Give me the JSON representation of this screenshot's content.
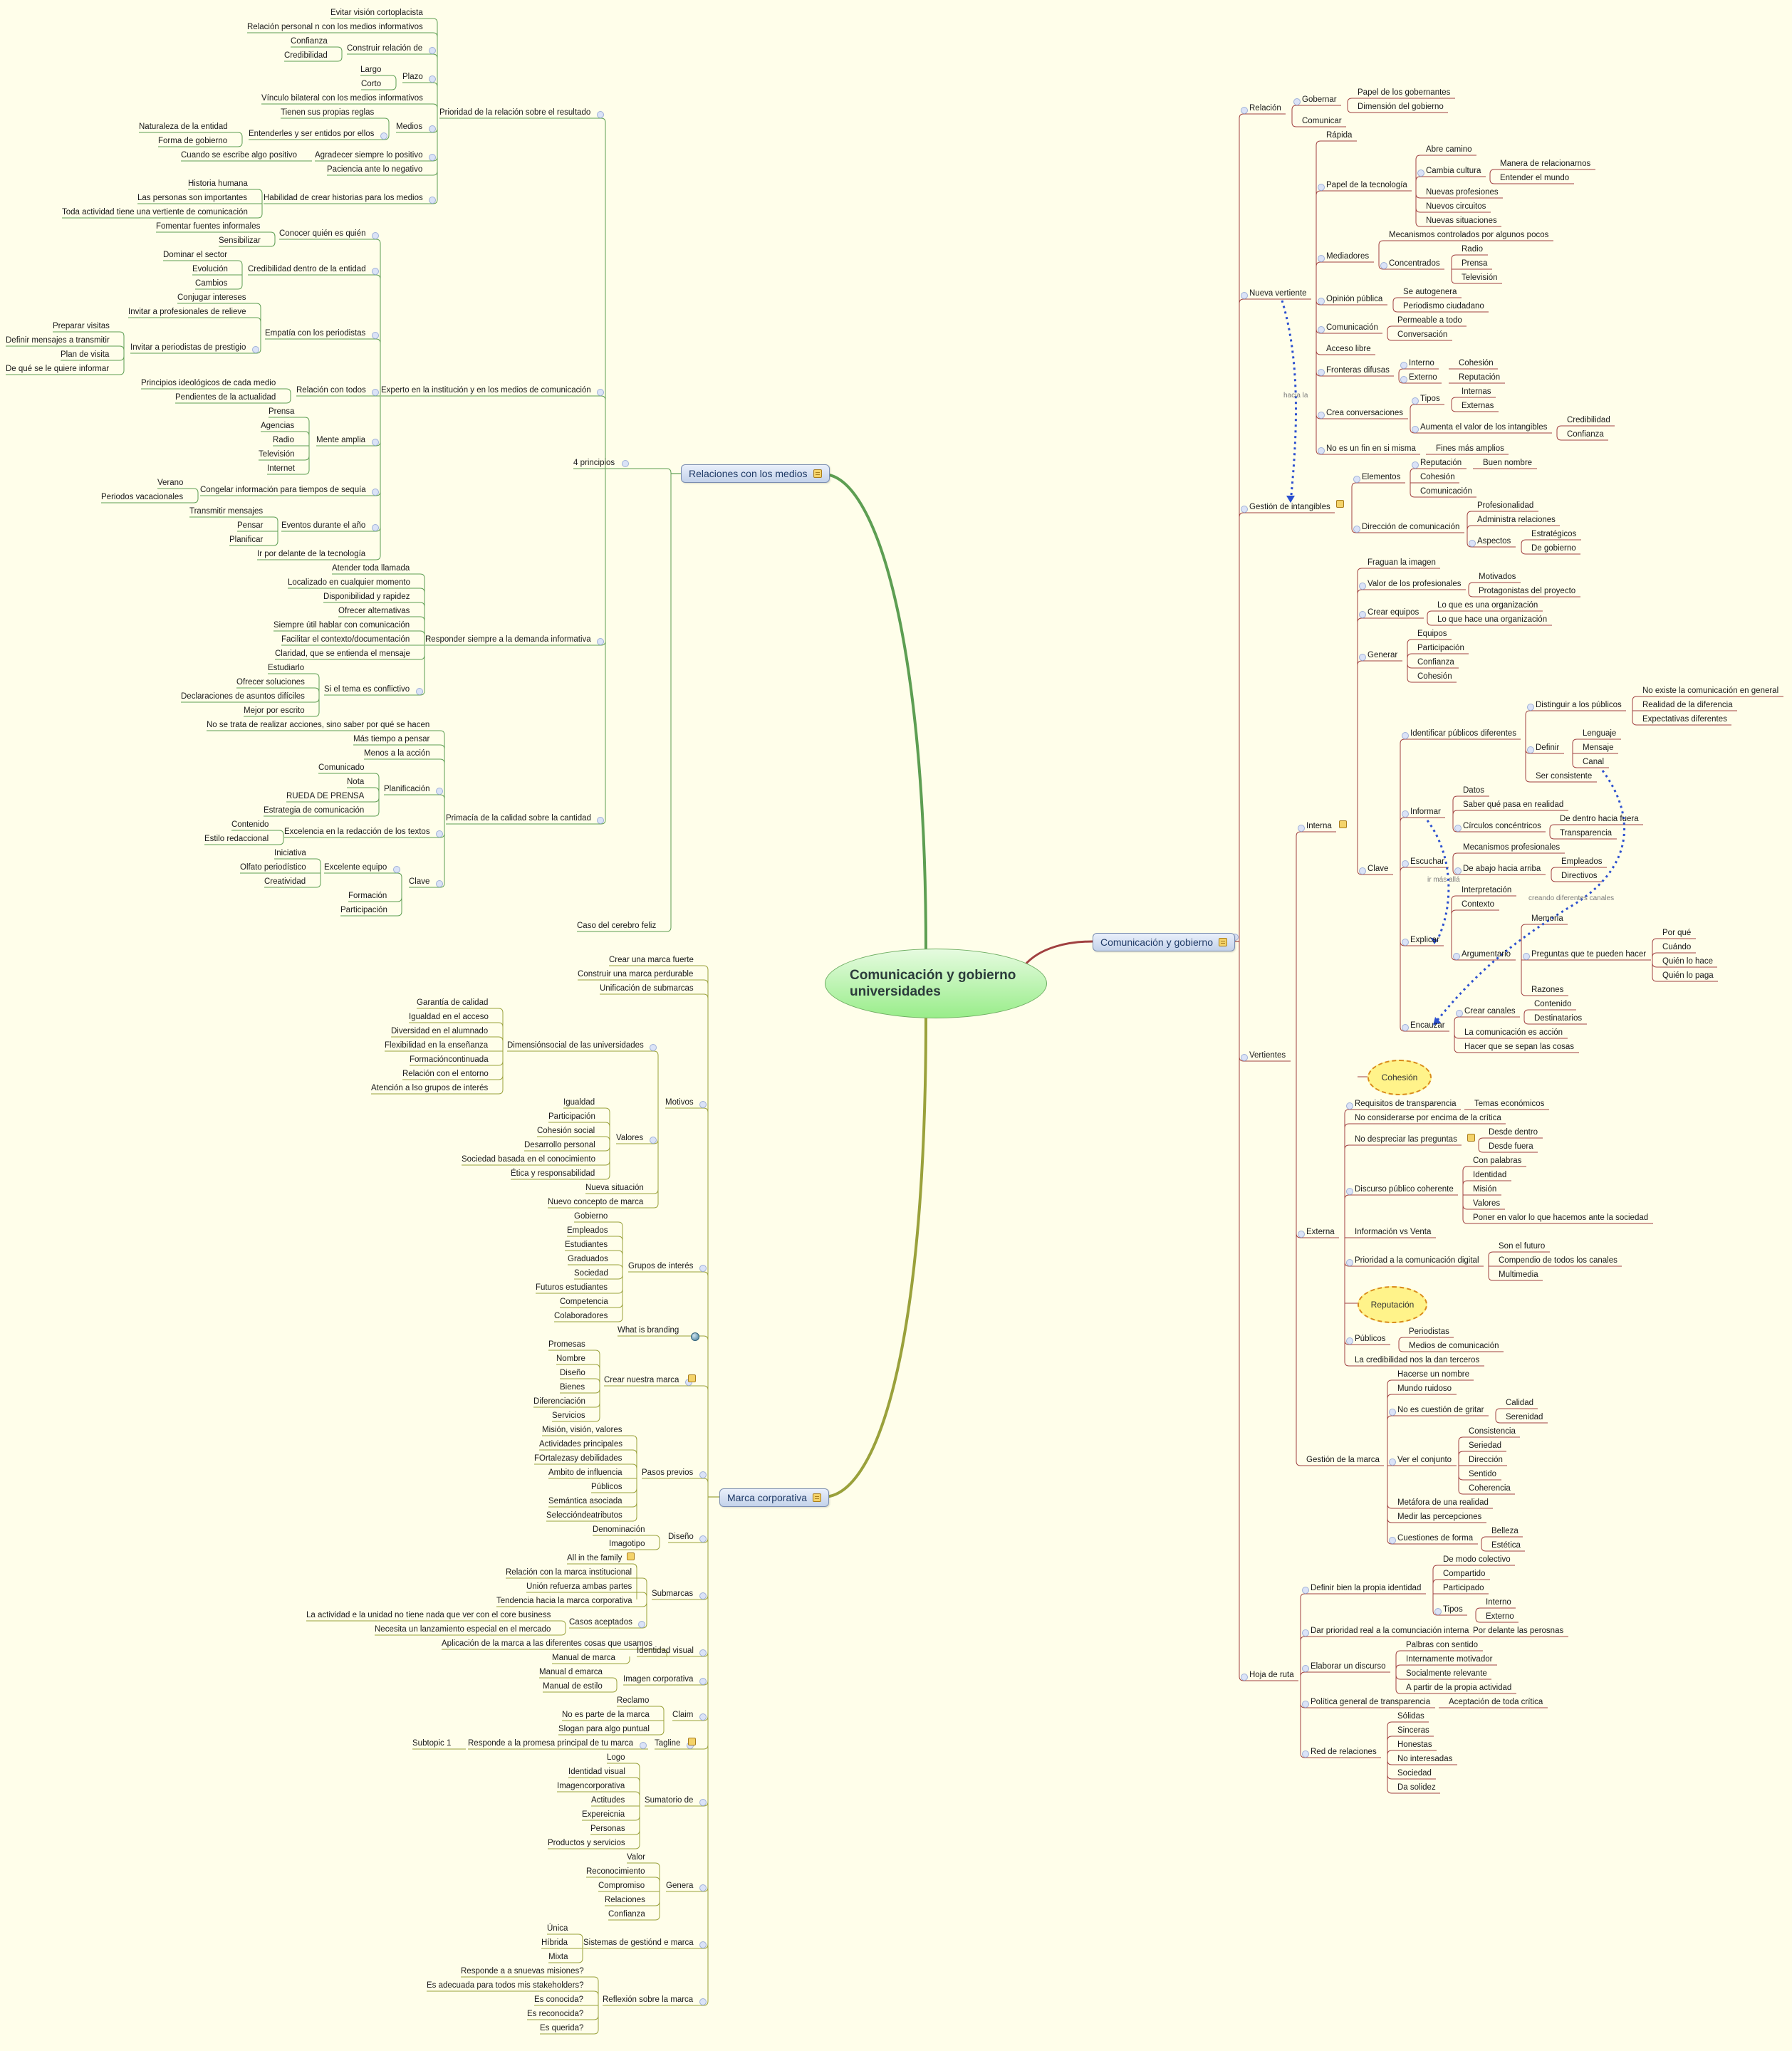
{
  "root": {
    "text": "Comunicación y gobierno\nuniversidades"
  },
  "colors": {
    "background": "#fffeea",
    "topic_green": "#5d9e52",
    "topic_red": "#a04040",
    "topic_olive": "#9aa13b",
    "dashed_link": "#2b4fcf"
  },
  "main_topics": {
    "medios": "Relaciones con los medios",
    "gobierno": "Comunicación y gobierno",
    "marca": "Marca corporativa"
  },
  "medios": {
    "cuatro_principios": "4 principios",
    "caso": "Caso del cerebro feliz",
    "prioridad": {
      "label": "Prioridad de la relación sobre el resultado",
      "evitar": "Evitar visión cortoplacista",
      "relacion_personal": "Relación personal n con los medios informativos",
      "construir": "Construir relación de",
      "confianza": "Confianza",
      "credibilidad": "Credibilidad",
      "plazo": "Plazo",
      "largo": "Largo",
      "corto": "Corto",
      "vinculo": "Vínculo bilateral con los medios informativos",
      "medios": "Medios",
      "tienen": "Tienen sus propias reglas",
      "entenderles": "Entenderles y ser entidos por ellos",
      "naturaleza": "Naturaleza de la entidad",
      "forma": "Forma de gobierno",
      "agradecer": "Agradecer siempre lo positivo",
      "cuando": "Cuando se escribe algo positivo",
      "paciencia": "Paciencia ante lo negativo",
      "habilidad": "Habilidad de crear historias para los medios",
      "historia": "Historia humana",
      "personas": "Las personas son importantes",
      "toda": "Toda actividad tiene una vertiente de comunicación"
    },
    "experto": {
      "label": "Experto en la institución y en los medios de comunicación",
      "conocer": "Conocer quién es quién",
      "fomentar": "Fomentar fuentes informales",
      "sensibilizar": "Sensibilizar",
      "credibilidad": "Credibilidad dentro de la entidad",
      "dominar": "Dominar el sector",
      "evolucion": "Evolución",
      "cambios": "Cambios",
      "empatia": "Empatía con los periodistas",
      "conjugar": "Conjugar intereses",
      "invitar_prof": "Invitar a profesionales de relieve",
      "invitar_per": "Invitar a periodistas de prestigio",
      "preparar": "Preparar visitas",
      "definir": "Definir mensajes a transmitir",
      "plan": "Plan de visita",
      "de_que": "De qué se le quiere informar",
      "relacion_todos": "Relación con todos",
      "principios": "Principios ideológicos de cada medio",
      "pendientes": "Pendientes de la actualidad",
      "mente": "Mente amplia",
      "prensa": "Prensa",
      "agencias": "Agencias",
      "radio": "Radio",
      "television": "Televisión",
      "internet": "Internet",
      "congelar": "Congelar información para tiempos de sequía",
      "verano": "Verano",
      "periodos": "Periodos vacacionales",
      "eventos": "Eventos durante el año",
      "transmitir": "Transmitir mensajes",
      "pensar": "Pensar",
      "planificar": "Planificar",
      "ir_delante": "Ir por delante de la tecnología"
    },
    "responder": {
      "label": "Responder siempre a la demanda informativa",
      "atender": "Atender toda llamada",
      "localizado": "Localizado en cualquier momento",
      "disponibilidad": "Disponibilidad y rapidez",
      "ofrecer_alt": "Ofrecer alternativas",
      "siempre": "Siempre útil hablar con comunicación",
      "facilitar": "Facilitar el contexto/documentación",
      "claridad": "Claridad, que se entienda el mensaje",
      "si_tema": "Si el tema es conflictivo",
      "estudiarlo": "Estudiarlo",
      "ofrecer_sol": "Ofrecer soluciones",
      "declaraciones": "Declaraciones de asuntos difíciles",
      "mejor": "Mejor por escrito"
    },
    "primacia": {
      "label": "Primacía de la calidad sobre la cantidad",
      "no_se_trata": "No se trata de realizar acciones, sino saber por qué se hacen",
      "mas_tiempo": "Más tiempo a pensar",
      "menos": "Menos a la acción",
      "planificacion": "Planificación",
      "comunicado": "Comunicado",
      "nota": "Nota",
      "rueda": "RUEDA DE PRENSA",
      "estrategia": "Estrategia de comunicación",
      "excelencia": "Excelencia en la redacción de los textos",
      "contenido": "Contenido",
      "estilo": "Estilo redaccional",
      "clave": "Clave",
      "excelente": "Excelente equipo",
      "iniciativa": "Iniciativa",
      "olfato": "Olfato periodístico",
      "creatividad": "Creatividad",
      "formacion": "Formación",
      "participacion": "Participación"
    }
  },
  "marca": {
    "crear_fuerte": "Crear una marca fuerte",
    "construir": "Construir una marca perdurable",
    "unificacion": "Unificación de submarcas",
    "motivos": "Motivos",
    "dimension": "Dimensiónsocial de las universidades",
    "garantia": "Garantía de calidad",
    "igualdad_acceso": "Igualdad en el acceso",
    "diversidad": "Diversidad en el alumnado",
    "flexibilidad": "Flexibilidad en la enseñanza",
    "formacion_cont": "Formacióncontinuada",
    "relacion_entorno": "Relación con el entorno",
    "atencion": "Atención a lso grupos de interés",
    "valores": "Valores",
    "igualdad": "Igualdad",
    "participacion": "Participación",
    "cohesion": "Cohesión social",
    "desarrollo": "Desarrollo personal",
    "sociedad_con": "Sociedad basada en el conocimiento",
    "etica": "Ética y responsabilidad",
    "nueva_sit": "Nueva situación",
    "nuevo_concepto": "Nuevo concepto de marca",
    "grupos": "Grupos de interés",
    "gobierno": "Gobierno",
    "empleados": "Empleados",
    "estudiantes": "Estudiantes",
    "graduados": "Graduados",
    "sociedad": "Sociedad",
    "futuros": "Futuros estudiantes",
    "competencia": "Competencia",
    "colaboradores": "Colaboradores",
    "what": "What is branding",
    "crear_nuestra": "Crear nuestra marca",
    "promesas": "Promesas",
    "nombre": "Nombre",
    "diseno": "Diseño",
    "bienes": "Bienes",
    "diferenciacion": "Diferenciación",
    "servicios": "Servicios",
    "pasos": "Pasos previos",
    "mision": "Misión, visión, valores",
    "actividades": "Actividades principales",
    "fortalezas": "FOrtalezasy debilidades",
    "ambito": "Ambito de influencia",
    "publicos": "Públicos",
    "semantica": "Semántica asociada",
    "seleccion": "Seleccióndeatributos",
    "diseno2": "Diseño",
    "denominacion": "Denominación",
    "imagotipo": "Imagotipo",
    "submarcas": "Submarcas",
    "all": "All in the family",
    "relacion_marca": "Relación con la marca institucional",
    "union": "Unión refuerza ambas partes",
    "tendencia": "Tendencia hacia la marca corporativa",
    "casos": "Casos aceptados",
    "la_actividad": "La actividad e la unidad no tiene nada que ver con el core business",
    "necesita": "Necesita un lanzamiento especial en el mercado",
    "identidad": "Identidad visual",
    "aplicacion": "Aplicación de la marca a las diferentes cosas que usamos",
    "manual_marca": "Manual de marca",
    "imagen": "Imagen corporativa",
    "manual_d": "Manual d emarca",
    "manual_estilo": "Manual de estilo",
    "claim": "Claim",
    "reclamo": "Reclamo",
    "no_es": "No es parte de la marca",
    "slogan": "Slogan para algo puntual",
    "tagline": "Tagline",
    "responde": "Responde a la promesa principal de tu marca",
    "subtopic": "Subtopic 1",
    "sumatorio": "Sumatorio de",
    "logo": "Logo",
    "identidad_v": "Identidad visual",
    "imagen_c": "Imagencorporativa",
    "actitudes": "Actitudes",
    "experiencia": "Expereicnia",
    "personas": "Personas",
    "productos": "Productos y servicios",
    "genera": "Genera",
    "valor": "Valor",
    "reconocimiento": "Reconocimiento",
    "compromiso": "Compromiso",
    "relaciones": "Relaciones",
    "confianza": "Confianza",
    "sistemas": "Sistemas de gestiónd e marca",
    "unica": "Única",
    "hibrida": "Híbrida",
    "mixta": "Mixta",
    "reflexion": "Reflexión sobre la marca",
    "q1": "Responde a a snuevas misiones?",
    "q2": "Es adecuada para todos mis stakeholders?",
    "q3": "Es conocida?",
    "q4": "Es reconocida?",
    "q5": "Es querida?"
  },
  "gobierno": {
    "relacion": "Relación",
    "gobernar": "Gobernar",
    "papel_gob": "Papel de los gobernantes",
    "dimension": "Dimensión del gobierno",
    "comunicar": "Comunicar",
    "nueva": "Nueva vertiente",
    "rapida": "Rápida",
    "papel_tec": "Papel de la tecnología",
    "abre": "Abre camino",
    "cambia": "Cambia cultura",
    "manera": "Manera de relacionarnos",
    "entender": "Entender el mundo",
    "nuevas_prof": "Nuevas profesiones",
    "nuevos_circ": "Nuevos circuitos",
    "nuevas_sit": "Nuevas situaciones",
    "mediadores": "Mediadores",
    "mecanismos": "Mecanismos controlados por algunos pocos",
    "concentrados": "Concentrados",
    "radio": "Radio",
    "prensa": "Prensa",
    "television": "Televisión",
    "opinion": "Opinión pública",
    "se_auto": "Se autogenera",
    "periodismo": "Periodismo ciudadano",
    "comunicacion": "Comunicación",
    "permeable": "Permeable a todo",
    "conversacion": "Conversación",
    "acceso": "Acceso libre",
    "fronteras": "Fronteras difusas",
    "interno": "Interno",
    "externo": "Externo",
    "cohesion": "Cohesión",
    "reputacion": "Reputación",
    "crea_conv": "Crea conversaciones",
    "tipos": "Tipos",
    "internas": "Internas",
    "externas": "Externas",
    "aumenta": "Aumenta el valor de los intangibles",
    "credibilidad": "Credibilidad",
    "confianza": "Confianza",
    "no_es_fin": "No es un fin en si misma",
    "fines": "Fines más amplios",
    "hacia_la": "hacia la",
    "gestion_int": "Gestión de intangibles",
    "elementos": "Elementos",
    "reputacion2": "Reputación",
    "buen_nombre": "Buen nombre",
    "cohesion2": "Cohesión",
    "comunicacion2": "Comunicación",
    "direccion": "Dirección de comunicación",
    "profesionalidad": "Profesionalidad",
    "administra": "Administra relaciones",
    "aspectos": "Aspectos",
    "estrategicos": "Estratégicos",
    "de_gobierno": "De gobierno",
    "vertientes": "Vertientes",
    "interna": "Interna",
    "fraguan": "Fraguan la imagen",
    "valor_prof": "Valor de los profesionales",
    "motivados": "Motivados",
    "protagonistas": "Protagonistas del proyecto",
    "crear_equipos": "Crear equipos",
    "lo_que_es": "Lo que es una organización",
    "lo_que_hace": "Lo que hace una organización",
    "generar": "Generar",
    "equipos": "Equipos",
    "participacion": "Participación",
    "confianza2": "Confianza",
    "cohesion3": "Cohesión",
    "clave": "Clave",
    "identificar": "Identificar públicos diferentes",
    "distinguir": "Distinguir a los públicos",
    "no_existe": "No existe la comunicación en general",
    "realidad": "Realidad de la diferencia",
    "expectativas": "Expectativas diferentes",
    "definir": "Definir",
    "lenguaje": "Lenguaje",
    "mensaje": "Mensaje",
    "canal": "Canal",
    "ser_consistente": "Ser consistente",
    "informar": "Informar",
    "datos": "Datos",
    "saber": "Saber qué pasa en realidad",
    "circulos": "Círculos concéntricos",
    "de_dentro": "De dentro hacia fuera",
    "transparencia": "Transparencia",
    "escuchar": "Escuchar",
    "mecanismos_prof": "Mecanismos profesionales",
    "de_abajo": "De abajo hacia arriba",
    "empleados": "Empleados",
    "directivos": "Directivos",
    "ir_mas_alla": "ir más allá",
    "creando": "creando diferentes canales",
    "explicar": "Explicar",
    "interpretacion": "Interpretación",
    "contexto": "Contexto",
    "memoria": "Memoria",
    "argumentario": "Argumentario",
    "preguntas": "Preguntas que te pueden hacer",
    "por_que": "Por qué",
    "cuando": "Cuándo",
    "quien_hace": "Quién lo hace",
    "quien_paga": "Quién lo paga",
    "razones": "Razones",
    "encauzar": "Encauzar",
    "crear_canales": "Crear canales",
    "contenido": "Contenido",
    "destinatarios": "Destinatarios",
    "la_com_accion": "La comunicación es acción",
    "hacer_sepan": "Hacer que se sepan las cosas",
    "cohesion_blob": "Cohesión",
    "externa": "Externa",
    "requisitos": "Requisitos de transparencia",
    "temas": "Temas económicos",
    "no_considerarse": "No considerarse por encima de la crítica",
    "no_despreciar": "No despreciar las preguntas",
    "desde_dentro": "Desde dentro",
    "desde_fuera": "Desde fuera",
    "discurso": "Discurso público coherente",
    "con_palabras": "Con palabras",
    "identidad": "Identidad",
    "mision": "Misión",
    "valores": "Valores",
    "poner": "Poner en valor lo que hacemos ante la sociedad",
    "info_venta": "Información vs Venta",
    "prioridad": "Prioridad a la comunicación digital",
    "son_futuro": "Son el futuro",
    "compendio": "Compendio de todos los canales",
    "multimedia": "Multimedia",
    "reputacion_blob": "Reputación",
    "publicos": "Públicos",
    "periodistas": "Periodistas",
    "medios_com": "Medios de comunicación",
    "la_credibilidad": "La credibilidad nos la dan terceros",
    "gestion_marca": "Gestión de la marca",
    "hacerse": "Hacerse un nombre",
    "mundo": "Mundo ruidoso",
    "no_gritar": "No es cuestión de gritar",
    "calidad": "Calidad",
    "serenidad": "Serenidad",
    "ver_conjunto": "Ver el conjunto",
    "consistencia": "Consistencia",
    "seriedad": "Seriedad",
    "direccion2": "Dirección",
    "sentido": "Sentido",
    "coherencia": "Coherencia",
    "metafora": "Metáfora de una realidad",
    "medir": "Medir las percepciones",
    "cuestiones": "Cuestiones de forma",
    "belleza": "Belleza",
    "estetica": "Estética",
    "hoja": "Hoja de ruta",
    "definir_ident": "Definir bien la propia identidad",
    "de_modo": "De modo colectivo",
    "compartido": "Compartido",
    "participado": "Participado",
    "tipos2": "Tipos",
    "interno2": "Interno",
    "externo2": "Externo",
    "dar_prioridad": "Dar prioridad real a la comunciación interna",
    "por_delante": "Por delante las perosnas",
    "elaborar": "Elaborar un discurso",
    "palbras": "Palbras con sentido",
    "internamente": "Internamente motivador",
    "socialmente": "Socialmente relevante",
    "a_partir": "A partir de la propia actividad",
    "politica": "Política general de transparencia",
    "aceptacion": "Aceptación de toda crítica",
    "red": "Red de relaciones",
    "solidas": "Sólidas",
    "sinceras": "Sinceras",
    "honestas": "Honestas",
    "no_interesadas": "No interesadas",
    "sociedad": "Sociedad",
    "da_solidez": "Da solidez"
  }
}
